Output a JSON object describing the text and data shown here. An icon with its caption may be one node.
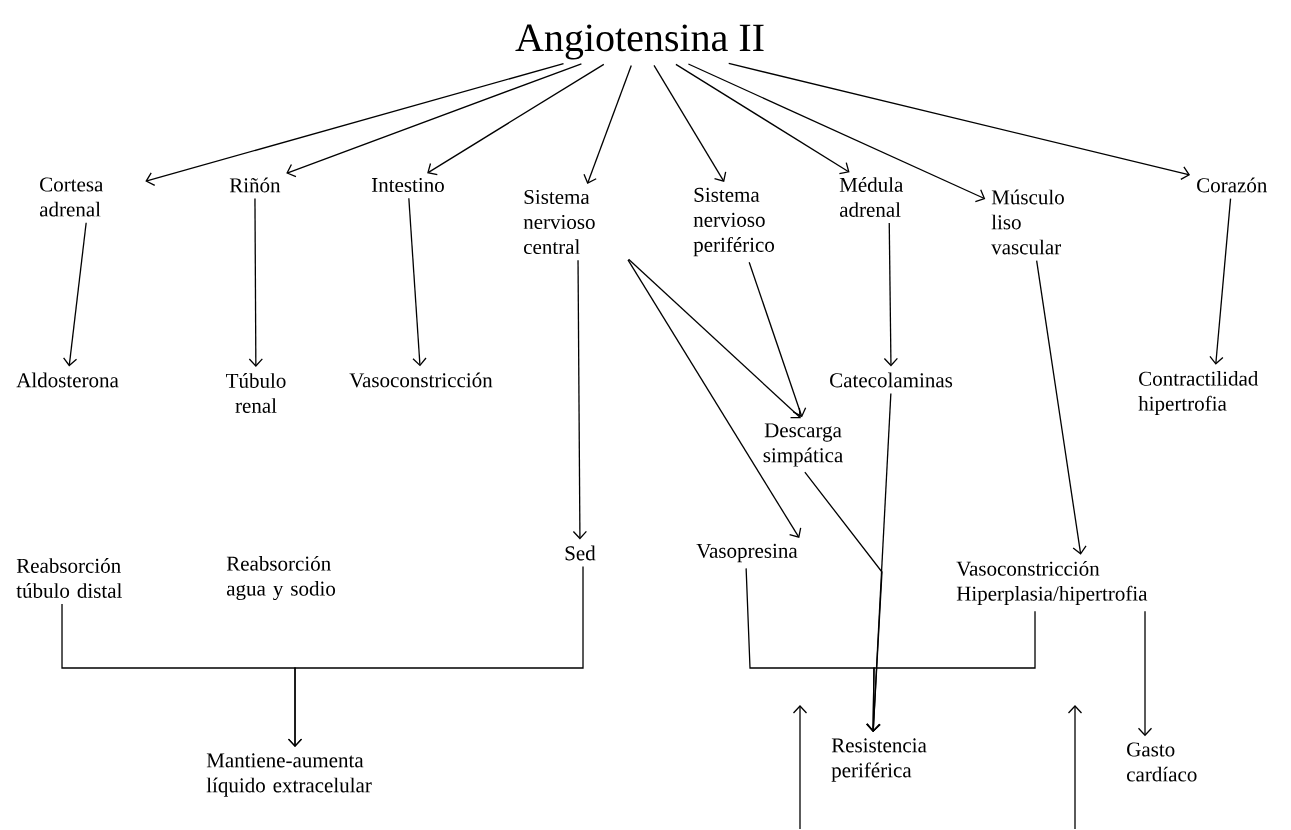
{
  "diagram": {
    "nodes": [
      {
        "text": [
          "Angiotensina II"
        ]
      },
      {
        "text": [
          "Cortesa adrenal"
        ]
      },
      {
        "text": [
          "Riñón"
        ]
      },
      {
        "text": [
          "Intestino"
        ]
      },
      {
        "text": [
          "Sistema nervioso central"
        ]
      },
      {
        "text": [
          "Sistema nervioso periférico"
        ]
      },
      {
        "text": [
          "Médula adrenal"
        ]
      },
      {
        "text": [
          "Músculo liso vascular"
        ]
      },
      {
        "text": [
          "Corazón"
        ]
      },
      {
        "text": [
          "Aldosterona"
        ]
      },
      {
        "text": [
          "Túbulo renal"
        ]
      },
      {
        "text": [
          "Vasoconstricción"
        ]
      },
      {
        "text": [
          "Descarga simpática"
        ]
      },
      {
        "text": [
          "Catecolaminas"
        ]
      },
      {
        "text": [
          "Contractilidad hipertrofia"
        ]
      },
      {
        "text": [
          "Reabsorción túbulo distal"
        ]
      },
      {
        "text": [
          "Reabsorción agua y sodio"
        ]
      },
      {
        "text": [
          "Sed"
        ]
      },
      {
        "text": [
          "Vasopresina"
        ]
      },
      {
        "text": [
          "Vasoconstricción Hiperplasia/hipertrofia"
        ]
      },
      {
        "text": [
          "Mantiene-aumenta líquido extracelular"
        ]
      },
      {
        "text": [
          "Resistencia periférica"
        ]
      },
      {
        "text": [
          "Gasto cardíaco"
        ]
      }
    ],
    "edges": [
      {
        "from": 0,
        "to": 1,
        "arrow": "to"
      },
      {
        "from": 0,
        "to": 2,
        "arrow": "to"
      },
      {
        "from": 0,
        "to": 3,
        "arrow": "to"
      },
      {
        "from": 0,
        "to": 4,
        "arrow": "to"
      },
      {
        "from": 0,
        "to": 5,
        "arrow": "to"
      },
      {
        "from": 0,
        "to": 6,
        "arrow": "to"
      },
      {
        "from": 0,
        "to": 7,
        "arrow": "to"
      },
      {
        "from": 0,
        "to": 8,
        "arrow": "to"
      },
      {
        "from": 1,
        "to": 9,
        "arrow": "to"
      },
      {
        "from": 2,
        "to": 10,
        "arrow": "to"
      },
      {
        "from": 3,
        "to": 11,
        "arrow": "to"
      },
      {
        "from": 4,
        "to": 17,
        "arrow": "to"
      },
      {
        "from": 4,
        "to": 18,
        "arrow": "to"
      },
      {
        "from": 4,
        "to": 12,
        "arrow": "to"
      },
      {
        "from": 5,
        "to": 12,
        "arrow": "to"
      },
      {
        "from": 6,
        "to": 13,
        "arrow": "to"
      },
      {
        "from": 7,
        "to": 19,
        "arrow": "to"
      },
      {
        "from": 8,
        "to": 14,
        "arrow": "to"
      },
      {
        "from": 12,
        "to": 21,
        "arrow": "to"
      },
      {
        "from": 13,
        "to": 21,
        "arrow": "to"
      },
      {
        "from": 18,
        "to": 21,
        "arrow": "to"
      },
      {
        "from": 19,
        "to": 21,
        "arrow": "to"
      },
      {
        "from": 19,
        "to": 22,
        "arrow": "to"
      },
      {
        "from": 15,
        "to": 20,
        "arrow": "to"
      },
      {
        "from": 17,
        "to": 20,
        "arrow": "to"
      }
    ]
  }
}
